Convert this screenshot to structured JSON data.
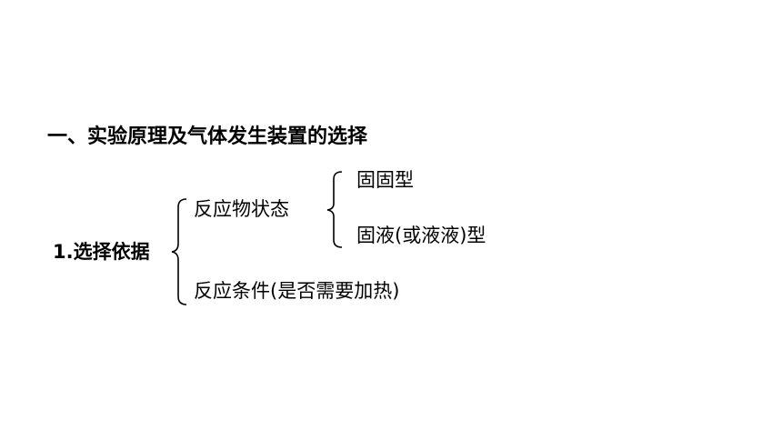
{
  "heading": "一、实验原理及气体发生装置的选择",
  "tree": {
    "root": "1.选择依据",
    "branches": [
      {
        "label": "反应物状态",
        "children": [
          "固固型",
          "固液(或液液)型"
        ]
      },
      {
        "label": "反应条件(是否需要加热)",
        "children": []
      }
    ]
  },
  "colors": {
    "text": "#000000",
    "background": "#ffffff"
  }
}
